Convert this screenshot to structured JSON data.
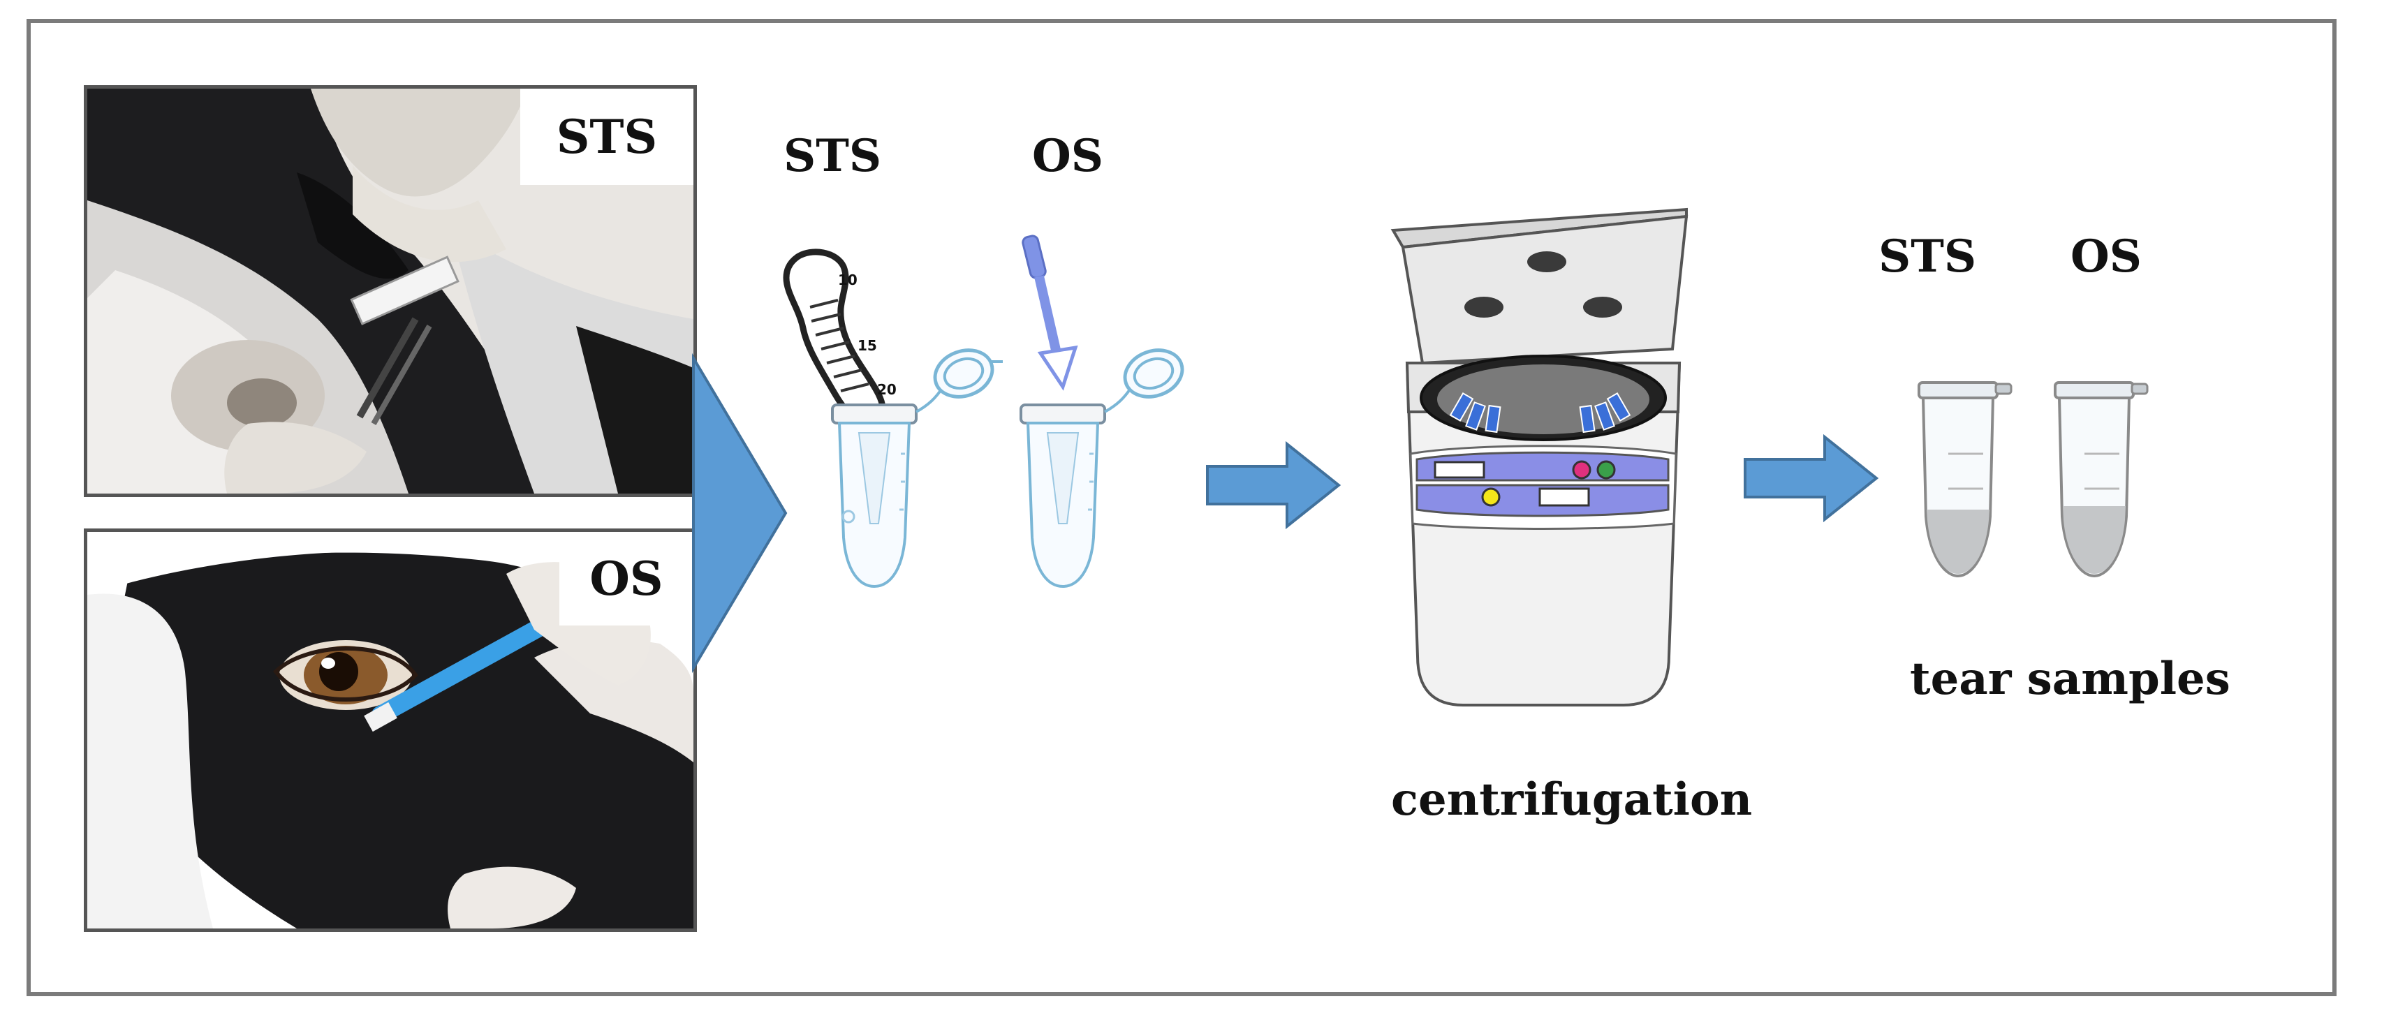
{
  "photos": {
    "sts_tag": "STS",
    "os_tag": "OS"
  },
  "tubes": {
    "sts_label": "STS",
    "os_label": "OS",
    "strip_marks": [
      "10",
      "15",
      "20"
    ]
  },
  "centrifuge": {
    "caption": "centrifugation"
  },
  "samples": {
    "sts_label": "STS",
    "os_label": "OS",
    "caption": "tear samples"
  },
  "colors": {
    "arrow": "#5b9bd5",
    "arrow_stroke": "#41719c",
    "frame": "#7b7b7b",
    "panel": "#8a8ee6",
    "swab": "#3aa0e6"
  }
}
